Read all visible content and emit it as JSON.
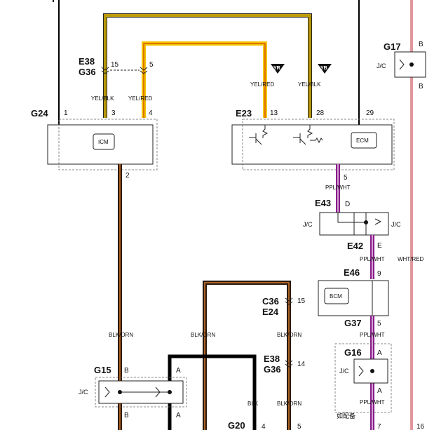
{
  "connectors": {
    "e38_top": "E38",
    "g36_top": "G36",
    "g24": "G24",
    "e23": "E23",
    "g17": "G17",
    "e43": "E43",
    "e42": "E42",
    "e46": "E46",
    "g37": "G37",
    "g16": "G16",
    "c36": "C36",
    "e24": "E24",
    "e38_mid": "E38",
    "g36_mid": "G36",
    "g15": "G15",
    "g20": "G20"
  },
  "modules": {
    "icm": "ICM",
    "ecm": "ECM",
    "bcm": "BCM"
  },
  "junctions": {
    "jc": "J/C"
  },
  "wires": {
    "yel_blk": "YEL/BLK",
    "yel_red": "YEL/RED",
    "ppl_wht": "PPL/WHT",
    "blk_orn": "BLK/ORN",
    "blk": "BLK",
    "wht_red": "WHT/RED"
  },
  "badges": {
    "yr": "YR",
    "yb": "YB"
  },
  "pins": {
    "p15_top": "15",
    "p5_top": "5",
    "p1": "1",
    "p3": "3",
    "p4": "4",
    "p2": "2",
    "p13": "13",
    "p28": "28",
    "p29": "29",
    "p5_ecm": "5",
    "pD": "D",
    "pE": "E",
    "p9": "9",
    "p5_g37": "5",
    "pA_g16_top": "A",
    "pA_g16_bot": "A",
    "p15_c36": "15",
    "p14": "14",
    "pB_g15_top": "B",
    "pA_g15_top": "A",
    "pB_g15_bot": "B",
    "pA_g15_bot": "A",
    "p4_g20": "4",
    "p5_g20": "5",
    "p7": "7",
    "p16": "16",
    "pB_g17_top": "B",
    "pB_g17_bot": "B"
  },
  "notes": {
    "optional": "如配备"
  }
}
